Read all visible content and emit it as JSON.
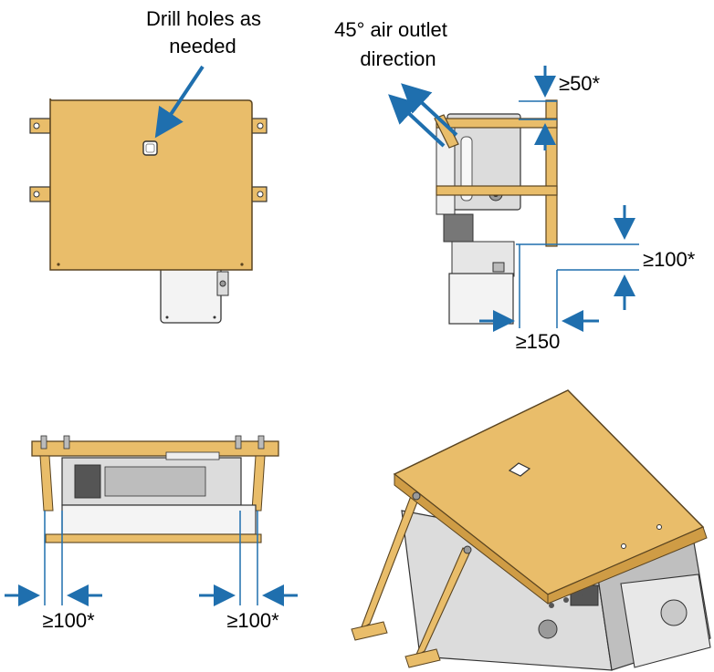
{
  "colors": {
    "roof": "#e9bd6a",
    "roof_edge": "#5a4420",
    "roof_dark": "#cf9c45",
    "metal": "#dcdcdc",
    "metal_dark": "#9a9a9a",
    "line": "#333333",
    "arrow": "#1f6fae"
  },
  "labels": {
    "drill_holes_line1": "Drill holes as",
    "drill_holes_line2": "needed",
    "air_outlet_line1": "45° air outlet",
    "air_outlet_line2": "direction",
    "clearance_top": "≥50*",
    "clearance_bottom": "≥100*",
    "clearance_back": "≥150",
    "clearance_left": "≥100*",
    "clearance_right": "≥100*"
  },
  "icons": [
    "arrow-icon",
    "drill-hole-icon",
    "bracket-icon",
    "screw-icon"
  ]
}
